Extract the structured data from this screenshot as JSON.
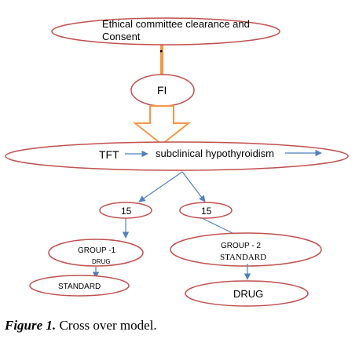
{
  "colors": {
    "ellipse_stroke": "#c0504d",
    "ellipse_fill": "#ffffff",
    "orange_connector": "#f79646",
    "blue_arrow": "#4f81bd",
    "text": "#000000"
  },
  "diagram": {
    "consent_line1": "Ethical committee  clearance and",
    "consent_line2": "Consent",
    "fi_label": "FI",
    "tft_label": "TFT",
    "hypothyroid_label": "subclinical hypothyroidism",
    "count_left": "15",
    "count_right": "15",
    "group1_label": "GROUP -1",
    "group1_sub": "DRUG",
    "group2_label": "GROUP  - 2",
    "group2_sub": "STANDARD",
    "standard_box": "STANDARD",
    "drug_box": "DRUG"
  },
  "caption": {
    "label": "Figure 1.",
    "text": " Cross over model."
  }
}
